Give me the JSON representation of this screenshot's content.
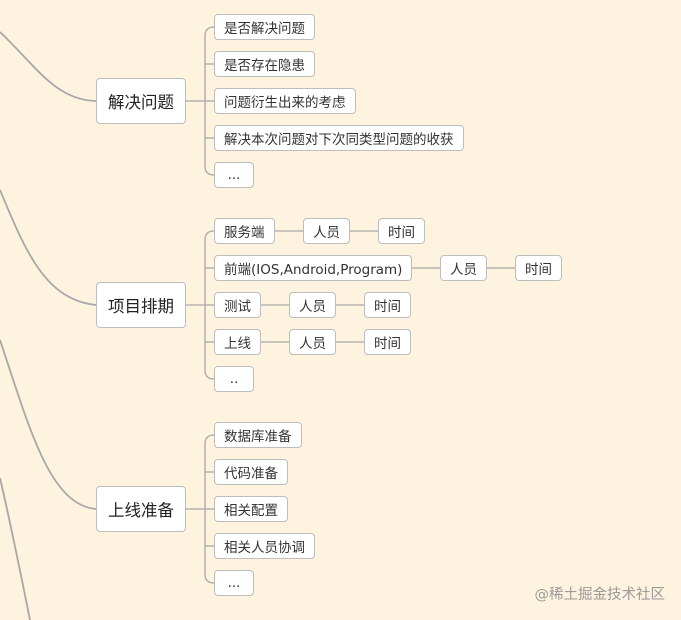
{
  "mindmap": {
    "line_color": "#a8a8a8",
    "branches": [
      {
        "label": "解决问题",
        "children": [
          {
            "label": "是否解决问题",
            "chain": []
          },
          {
            "label": "是否存在隐患",
            "chain": []
          },
          {
            "label": "问题衍生出来的考虑",
            "chain": []
          },
          {
            "label": "解决本次问题对下次同类型问题的收获",
            "chain": []
          },
          {
            "label": "...",
            "chain": []
          }
        ]
      },
      {
        "label": "项目排期",
        "children": [
          {
            "label": "服务端",
            "chain": [
              "人员",
              "时间"
            ]
          },
          {
            "label": "前端(IOS,Android,Program)",
            "chain": [
              "人员",
              "时间"
            ]
          },
          {
            "label": "测试",
            "chain": [
              "人员",
              "时间"
            ]
          },
          {
            "label": "上线",
            "chain": [
              "人员",
              "时间"
            ]
          },
          {
            "label": "..",
            "chain": []
          }
        ]
      },
      {
        "label": "上线准备",
        "children": [
          {
            "label": "数据库准备",
            "chain": []
          },
          {
            "label": "代码准备",
            "chain": []
          },
          {
            "label": "相关配置",
            "chain": []
          },
          {
            "label": "相关人员协调",
            "chain": []
          },
          {
            "label": "...",
            "chain": []
          }
        ]
      }
    ]
  },
  "watermark": "@稀土掘金技术社区"
}
